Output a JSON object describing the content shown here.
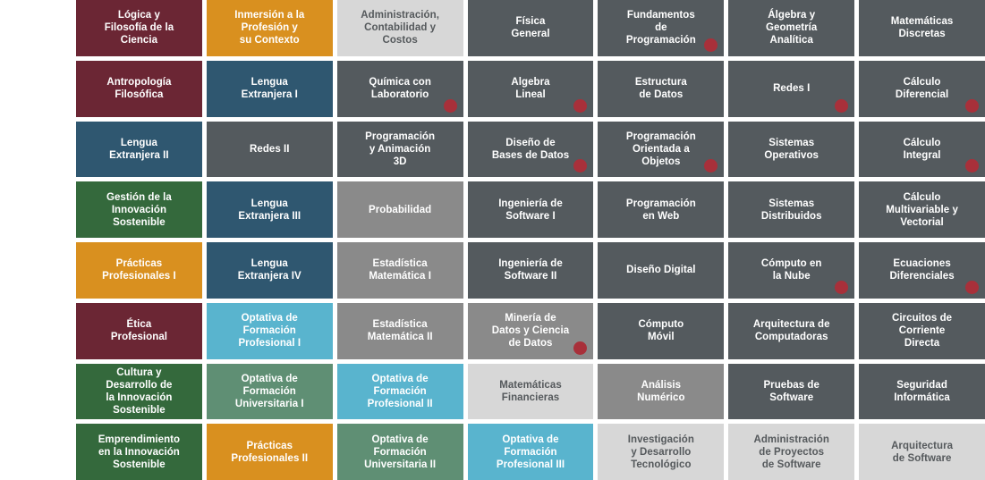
{
  "grid": {
    "rows": 8,
    "columns": 7,
    "palette": {
      "maroon": "#6b2634",
      "orange": "#d9901f",
      "steelblue": "#2f5770",
      "green": "#34693c",
      "sage": "#5f8f74",
      "lightblue": "#59b4ce",
      "slate": "#545a5e",
      "gray": "#8a8a8a",
      "lightgray": "#d7d7d7",
      "marker_dot": "#a8303a"
    },
    "cells": [
      {
        "label": "Lógica y\nFilosofía de la\nCiencia",
        "color": "maroon",
        "marker": false
      },
      {
        "label": "Inmersión a la\nProfesión y\nsu Contexto",
        "color": "orange",
        "marker": false
      },
      {
        "label": "Administración,\nContabilidad y\nCostos",
        "color": "lightgray",
        "marker": false
      },
      {
        "label": "Física\nGeneral",
        "color": "slate",
        "marker": false
      },
      {
        "label": "Fundamentos\nde\nProgramación",
        "color": "slate",
        "marker": true
      },
      {
        "label": "Álgebra y\nGeometría\nAnalítica",
        "color": "slate",
        "marker": false
      },
      {
        "label": "Matemáticas\nDiscretas",
        "color": "slate",
        "marker": false
      },
      {
        "label": "Antropología\nFilosófica",
        "color": "maroon",
        "marker": false
      },
      {
        "label": "Lengua\nExtranjera I",
        "color": "steelblue",
        "marker": false
      },
      {
        "label": "Química con\nLaboratorio",
        "color": "slate",
        "marker": true
      },
      {
        "label": "Algebra\nLineal",
        "color": "slate",
        "marker": true
      },
      {
        "label": "Estructura\nde Datos",
        "color": "slate",
        "marker": false
      },
      {
        "label": "Redes I",
        "color": "slate",
        "marker": true
      },
      {
        "label": "Cálculo\nDiferencial",
        "color": "slate",
        "marker": true
      },
      {
        "label": "Lengua\nExtranjera II",
        "color": "steelblue",
        "marker": false
      },
      {
        "label": "Redes II",
        "color": "slate",
        "marker": false
      },
      {
        "label": "Programación\ny Animación\n3D",
        "color": "slate",
        "marker": false
      },
      {
        "label": "Diseño de\nBases de Datos",
        "color": "slate",
        "marker": true
      },
      {
        "label": "Programación\nOrientada a\nObjetos",
        "color": "slate",
        "marker": true
      },
      {
        "label": "Sistemas\nOperativos",
        "color": "slate",
        "marker": false
      },
      {
        "label": "Cálculo\nIntegral",
        "color": "slate",
        "marker": true
      },
      {
        "label": "Gestión de la\nInnovación\nSostenible",
        "color": "green",
        "marker": false
      },
      {
        "label": "Lengua\nExtranjera III",
        "color": "steelblue",
        "marker": false
      },
      {
        "label": "Probabilidad",
        "color": "gray",
        "marker": false
      },
      {
        "label": "Ingeniería de\nSoftware I",
        "color": "slate",
        "marker": false
      },
      {
        "label": "Programación\nen Web",
        "color": "slate",
        "marker": false
      },
      {
        "label": "Sistemas\nDistribuidos",
        "color": "slate",
        "marker": false
      },
      {
        "label": "Cálculo\nMultivariable y\nVectorial",
        "color": "slate",
        "marker": false
      },
      {
        "label": "Prácticas\nProfesionales I",
        "color": "orange",
        "marker": false
      },
      {
        "label": "Lengua\nExtranjera IV",
        "color": "steelblue",
        "marker": false
      },
      {
        "label": "Estadística\nMatemática I",
        "color": "gray",
        "marker": false
      },
      {
        "label": "Ingeniería de\nSoftware II",
        "color": "slate",
        "marker": false
      },
      {
        "label": "Diseño Digital",
        "color": "slate",
        "marker": false
      },
      {
        "label": "Cómputo en\nla Nube",
        "color": "slate",
        "marker": true
      },
      {
        "label": "Ecuaciones\nDiferenciales",
        "color": "slate",
        "marker": true
      },
      {
        "label": "Ética\nProfesional",
        "color": "maroon",
        "marker": false
      },
      {
        "label": "Optativa de\nFormación\nProfesional I",
        "color": "lightblue",
        "marker": false
      },
      {
        "label": "Estadística\nMatemática II",
        "color": "gray",
        "marker": false
      },
      {
        "label": "Minería de\nDatos y Ciencia\nde Datos",
        "color": "gray",
        "marker": true
      },
      {
        "label": "Cómputo\nMóvil",
        "color": "slate",
        "marker": false
      },
      {
        "label": "Arquitectura de\nComputadoras",
        "color": "slate",
        "marker": false
      },
      {
        "label": "Circuitos de\nCorriente\nDirecta",
        "color": "slate",
        "marker": false
      },
      {
        "label": "Cultura y\nDesarrollo de\nla Innovación\nSostenible",
        "color": "green",
        "marker": false
      },
      {
        "label": "Optativa de\nFormación\nUniversitaria I",
        "color": "sage",
        "marker": false
      },
      {
        "label": "Optativa de\nFormación\nProfesional II",
        "color": "lightblue",
        "marker": false
      },
      {
        "label": "Matemáticas\nFinancieras",
        "color": "lightgray",
        "marker": false
      },
      {
        "label": "Análisis\nNumérico",
        "color": "gray",
        "marker": false
      },
      {
        "label": "Pruebas de\nSoftware",
        "color": "slate",
        "marker": false
      },
      {
        "label": "Seguridad\nInformática",
        "color": "slate",
        "marker": false
      },
      {
        "label": "Emprendimiento\nen la Innovación\nSostenible",
        "color": "green",
        "marker": false
      },
      {
        "label": "Prácticas\nProfesionales II",
        "color": "orange",
        "marker": false
      },
      {
        "label": "Optativa de\nFormación\nUniversitaria II",
        "color": "sage",
        "marker": false
      },
      {
        "label": "Optativa de\nFormación\nProfesional III",
        "color": "lightblue",
        "marker": false
      },
      {
        "label": "Investigación\ny Desarrollo\nTecnológico",
        "color": "lightgray",
        "marker": false
      },
      {
        "label": "Administración\nde Proyectos\nde Software",
        "color": "lightgray",
        "marker": false
      },
      {
        "label": "Arquitectura\nde Software",
        "color": "lightgray",
        "marker": false
      }
    ]
  }
}
